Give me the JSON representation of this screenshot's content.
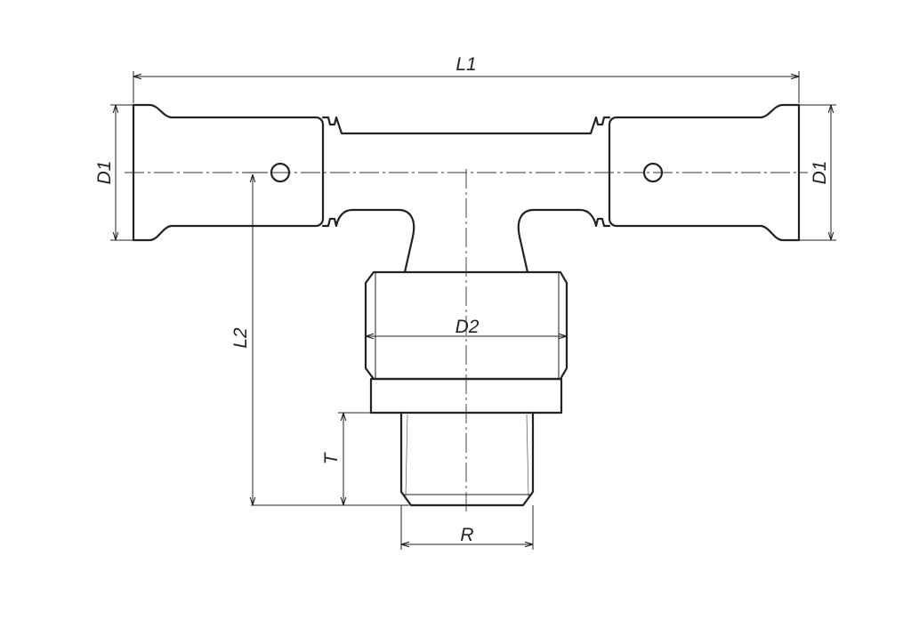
{
  "colors": {
    "line": "#222222",
    "background": "#ffffff"
  },
  "dimensions": {
    "L1": "L1",
    "L2": "L2",
    "D1_left": "D1",
    "D1_right": "D1",
    "D2": "D2",
    "T": "T",
    "R": "R"
  }
}
